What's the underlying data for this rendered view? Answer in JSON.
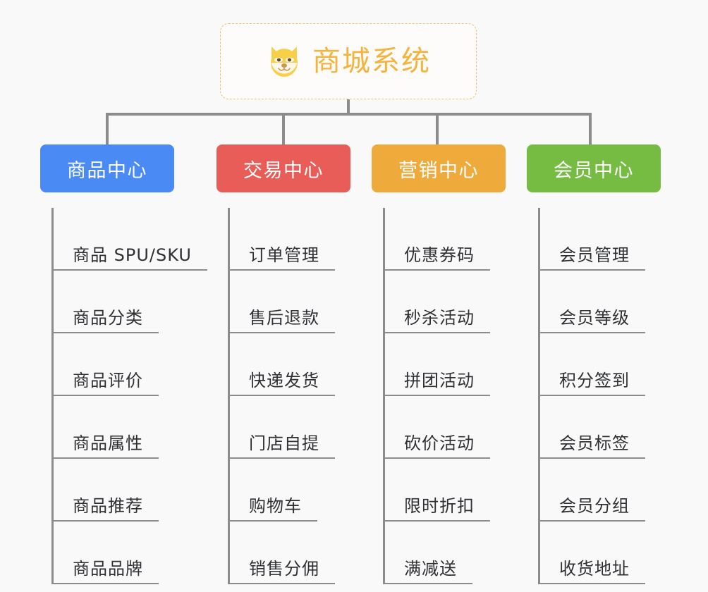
{
  "diagram": {
    "type": "org-chart",
    "background_color": "#f9f9f9",
    "root": {
      "label": "商城系统",
      "icon": "shiba-dog-face-icon",
      "text_color": "#f3b33d",
      "border_color": "#f0c070"
    },
    "connector_color": "#8c8c8c",
    "categories": [
      {
        "label": "商品中心",
        "color": "#4a8af4",
        "items": [
          "商品 SPU/SKU",
          "商品分类",
          "商品评价",
          "商品属性",
          "商品推荐",
          "商品品牌"
        ]
      },
      {
        "label": "交易中心",
        "color": "#e85d58",
        "items": [
          "订单管理",
          "售后退款",
          "快递发货",
          "门店自提",
          "购物车",
          "销售分佣"
        ]
      },
      {
        "label": "营销中心",
        "color": "#eeab3c",
        "items": [
          "优惠券码",
          "秒杀活动",
          "拼团活动",
          "砍价活动",
          "限时折扣",
          "满减送"
        ]
      },
      {
        "label": "会员中心",
        "color": "#76bc43",
        "items": [
          "会员管理",
          "会员等级",
          "积分签到",
          "会员标签",
          "会员分组",
          "收货地址"
        ]
      }
    ]
  }
}
